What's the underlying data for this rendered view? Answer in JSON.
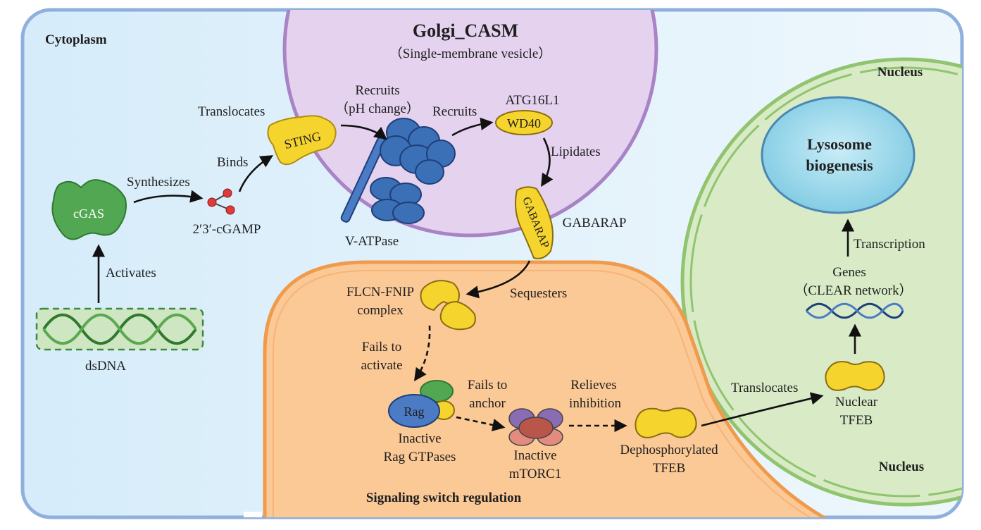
{
  "compartments": {
    "cytoplasm": "Cytoplasm",
    "golgi_title": "Golgi_CASM",
    "golgi_subtitle": "（Single-membrane vesicle）",
    "nucleus_top": "Nucleus",
    "nucleus_bottom": "Nucleus",
    "signaling_title": "Signaling switch regulation"
  },
  "molecules": {
    "cgas": "cGAS",
    "dsdna": "dsDNA",
    "cgamp": "2′3′-cGAMP",
    "sting": "STING",
    "vatpase": "V-ATPase",
    "atg16l1": "ATG16L1",
    "wd40": "WD40",
    "gabarap_shape": "GABARAP",
    "gabarap_label": "GABARAP",
    "flcn_line1": "FLCN-FNIP",
    "flcn_line2": "complex",
    "rag": "Rag",
    "rag_line1": "Inactive",
    "rag_line2": "Rag GTPases",
    "mtorc1_line1": "Inactive",
    "mtorc1_line2": "mTORC1",
    "tfeb_line1": "Dephosphorylated",
    "tfeb_line2": "TFEB",
    "nuclear_tfeb_line1": "Nuclear",
    "nuclear_tfeb_line2": "TFEB",
    "genes_line1": "Genes",
    "genes_line2": "（CLEAR network）",
    "lysosome_line1": "Lysosome",
    "lysosome_line2": "biogenesis"
  },
  "arrows": {
    "activates": "Activates",
    "synthesizes": "Synthesizes",
    "binds": "Binds",
    "translocates_sting": "Translocates",
    "recruits_vatpase_line1": "Recruits",
    "recruits_vatpase_line2": "（pH change）",
    "recruits_atg": "Recruits",
    "lipidates": "Lipidates",
    "sequesters": "Sequesters",
    "fails_activate_line1": "Fails to",
    "fails_activate_line2": "activate",
    "fails_anchor_line1": "Fails to",
    "fails_anchor_line2": "anchor",
    "relieves_line1": "Relieves",
    "relieves_line2": "inhibition",
    "translocates_tfeb": "Translocates",
    "transcription": "Transcription"
  },
  "colors": {
    "cytoplasm_fill": "#dceefa",
    "cell_border": "#8fb0dc",
    "golgi_fill": "#e4d2ef",
    "golgi_border": "#a883c6",
    "nucleus_fill": "#d8ebc6",
    "nucleus_border": "#90c46e",
    "signaling_fill": "#fbc996",
    "signaling_border": "#f09a4c",
    "lysosome_fill": "#8fd2e6",
    "protein_yellow": "#f6d42e",
    "protein_green": "#52a852",
    "protein_blue": "#3b6fb6",
    "mtorc1_purple": "#8a6cb3",
    "mtorc1_red": "#d97a6e"
  }
}
